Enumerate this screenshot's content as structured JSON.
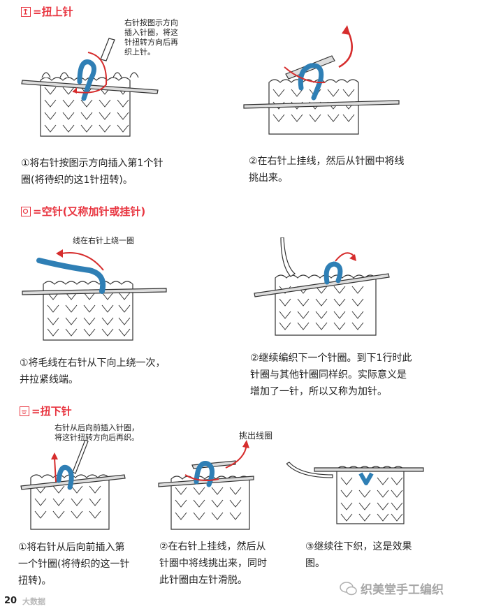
{
  "sections": {
    "twisted_knit": {
      "title": "=扭上针",
      "note": [
        "右针按图示方向",
        "插入针圈，将这",
        "针扭转方向后再",
        "织上针。"
      ],
      "step1": [
        "①将右针按图示方向插入第1个针",
        "圈(将待织的这1针扭转)。"
      ],
      "step2": [
        "②在右针上挂线，然后从针圈中将线",
        "挑出来。"
      ]
    },
    "yarn_over": {
      "title": "=空针(又称加针或挂针)",
      "note": "线在右针上绕一圈",
      "step1": [
        "①将毛线在右针从下向上绕一次，",
        "并拉紧线端。"
      ],
      "step2": [
        "②继续编织下一个针圈。到下1行时此",
        "针圈与其他针圈同样织。实际意义是",
        "增加了一针，所以又称为加针。"
      ]
    },
    "twisted_purl": {
      "title": "=扭下针",
      "note": [
        "右针从后向前插入针圈，",
        "将这针扭转方向后再织。"
      ],
      "pull_label": "挑出线圈",
      "step1": [
        "①将右针从后向前插入第",
        "一个针圈(将待织的这一针",
        "扭转)。"
      ],
      "step2": [
        "②在右针上挂线，然后从",
        "针圈中将线挑出来，同时",
        "此针圈由左针滑脱。"
      ],
      "step3": [
        "③继续往下织，这是效果",
        "图。"
      ]
    }
  },
  "footer": {
    "page_number": "20",
    "watermark_left": "大数据",
    "watermark_right": "织美堂手工编织"
  },
  "colors": {
    "accent": "#e8343f",
    "yarn": "#2f7fb5",
    "arrow": "#d62d2d"
  }
}
